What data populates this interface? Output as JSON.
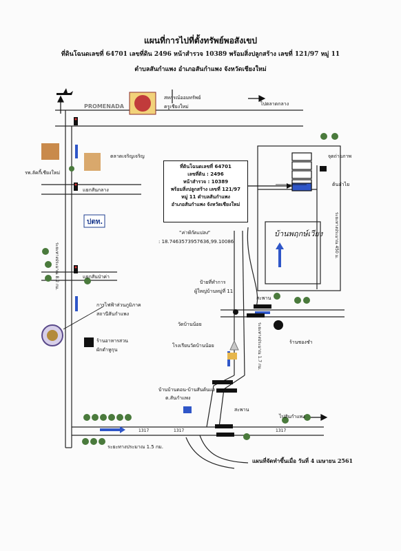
{
  "header": {
    "title": "แผนที่การไปที่ตั้งทรัพย์พอสังเขป",
    "line2": "ที่ดินโฉนดเลขที่ 64701 เลขที่ดิน 2496 หน้าสำรวจ 10389 พร้อมสิ่งปลูกสร้าง เลขที่ 121/97  หมู่ 11",
    "line3": "ตำบลสันกำแพง อำเภอสันกำแพง จังหวัดเชียงใหม่"
  },
  "info_box": {
    "lines": [
      "ที่ดินโฉนดเลขที่ 64701",
      "เลขที่ดิน : 2496",
      "หน้าสำรวจ : 10389",
      "พร้อมสิ่งปลูกสร้าง เลขที่ 121/97",
      "หมู่ 11 ตำบลสันกำแพง",
      "อำเภอสันกำแพง จังหวัดเชียงใหม่"
    ]
  },
  "coordinates": {
    "label": "\"ค่าพิกัดแปลง\"",
    "value": ": 18.7463573957636,99.10086"
  },
  "labels": {
    "promenada": "PROMENADA",
    "coop": "สหกรณ์ออมทรัพย์",
    "coop2": "ครูเชียงใหม่",
    "to_market_top": "ไปตลาดกลาง",
    "hospital": "รพ.ลัคกี้เชียงใหม่",
    "market": "ตลาดเจริญเจริญ",
    "intersection1": "แยกสันกลาง",
    "ptt": "ปตท.",
    "intersection2": "แยกสันป่าค่า",
    "electric": "การไฟฟ้าส่วนภูมิภาค",
    "electric2": "สถานีสันกำแพง",
    "restaurant": "ร้านอาหารสวน",
    "restaurant2": "ผักตำหูกุน",
    "photo_point": "จุดถ่ายภาพ",
    "longan": "ต้นลำไย",
    "village_sign": "ป้ายที่ทำการ",
    "village_sign2": "ผู้ใหญ่บ้านหมู่ที่ 11",
    "temple": "วัดบ้านน้อย",
    "school": "โรงเรียนวัดบ้านน้อย",
    "grocery": "ร้านชองชำ",
    "bridge1": "สะพาน",
    "bridge2": "สะพาน",
    "health": "บ้านบ้านดอน-บ้านสันต้นแง",
    "health2": "ต.สันกำแพง",
    "to_sankamphaeng": "ไปสันกำแพง",
    "estate": "บ้านพฤกษ์เวียง",
    "road_1317_a": "1317",
    "road_1317_b": "1317",
    "road_1317_c": "1317",
    "dist_left": "ระยะทางประมาณ 8.2 กม.",
    "dist_right": "ระยะทางประมาณ 450 ม.",
    "dist_mid": "ระยะทางประมาณ 1.7 กม.",
    "dist_bottom": "ระยะทางประมาณ 1.5 กม."
  },
  "footer": {
    "note": "แผนที่จัดทำขึ้นเมื่อ วันที่ 4 เมษายน 2561"
  },
  "icons": [
    "airplane-icon",
    "traffic-light-icon",
    "building-icon",
    "camera-icon",
    "temple-icon",
    "tree-icon",
    "arrow-icon"
  ]
}
